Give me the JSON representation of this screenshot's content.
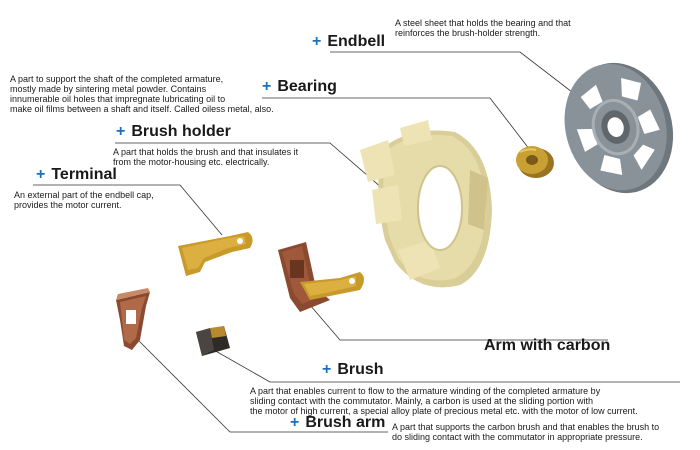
{
  "labels": {
    "endbell": "Endbell",
    "bearing": "Bearing",
    "brush_holder": "Brush holder",
    "terminal": "Terminal",
    "arm_with_carbon": "Arm with carbon",
    "brush": "Brush",
    "brush_arm": "Brush arm"
  },
  "plus_glyph": "+",
  "descriptions": {
    "endbell": "A steel sheet that holds the bearing and that\nreinforces the brush-holder strength.",
    "bearing": "A part to support the shaft of the completed armature,\nmostly made by sintering metal powder. Contains\ninnumerable oil holes that impregnate lubricating oil to\nmake oil films between a shaft and itself. Called oiless metal, also.",
    "brush_holder": "A part that holds the brush and that insulates it\nfrom the motor-housing etc. electrically.",
    "terminal": "An external part of the endbell cap,\nprovides the motor current.",
    "brush": "A part that enables current to flow to the armature winding of the completed armature by\nsliding contact with the commutator. Mainly, a carbon is used at the sliding portion with\nthe motor of high current, a special alloy plate of precious metal etc. with the motor of low current.",
    "brush_arm": "A part that supports the carbon brush and that enables the brush to\ndo sliding contact with the commutator in appropriate pressure."
  },
  "colors": {
    "accent_plus": "#1a6fc0",
    "leader_line": "#333333",
    "endbell": "#8a9299",
    "bearing": "#c9a033",
    "brush_holder": "#e6dcaa",
    "brass": "#c89a2a",
    "copper": "#a0583a",
    "carbon": "#2e2a26"
  }
}
